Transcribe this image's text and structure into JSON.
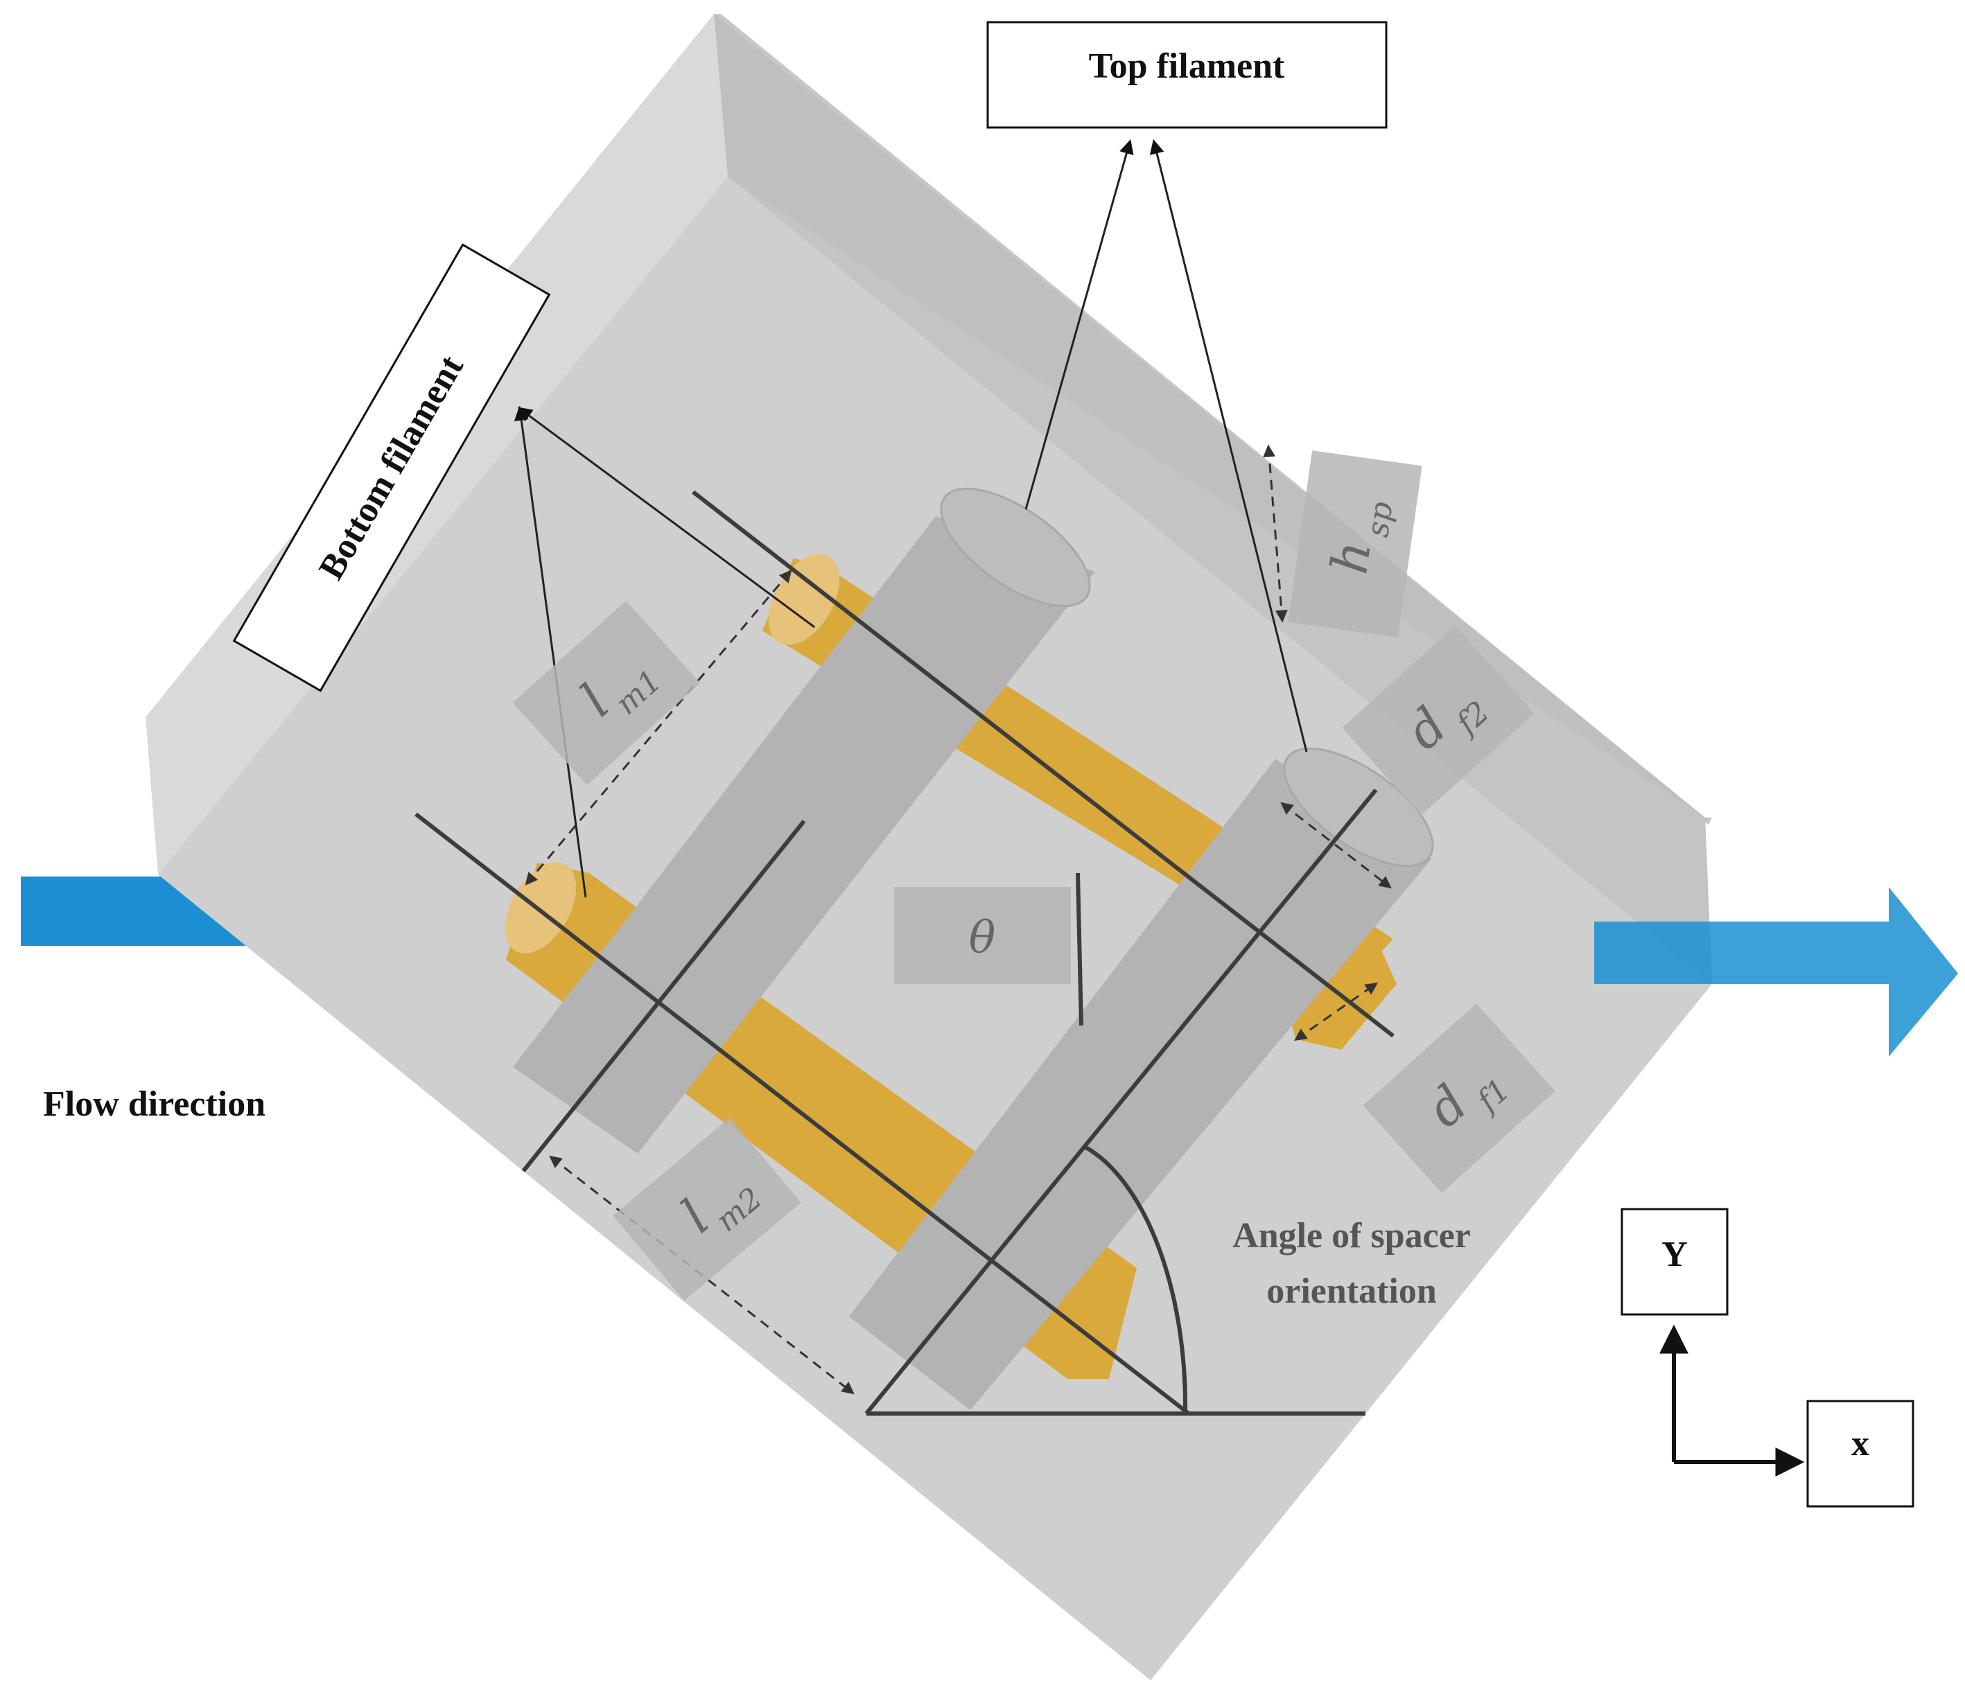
{
  "labels": {
    "top_filament": "Top filament",
    "bottom_filament": "Bottom filament",
    "flow_direction": "Flow direction",
    "angle_line1": "Angle of spacer",
    "angle_line2": "orientation",
    "axis_y": "Y",
    "axis_x": "x"
  },
  "symbols": {
    "lm1_base": "l",
    "lm1_sub": "m1",
    "lm2_base": "l",
    "lm2_sub": "m2",
    "hsp_base": "h",
    "hsp_sub": "sp",
    "df1_base": "d",
    "df1_sub": "f1",
    "df2_base": "d",
    "df2_sub": "f2",
    "theta": "θ"
  },
  "colors": {
    "channel_fill": "#d4d4d4",
    "channel_top": "#c8c8c8",
    "filament_top": "#b4b4b4",
    "filament_bottom": "#d9a93c",
    "flow_arrow": "#1b8fd2",
    "line": "#3c3c3c"
  }
}
